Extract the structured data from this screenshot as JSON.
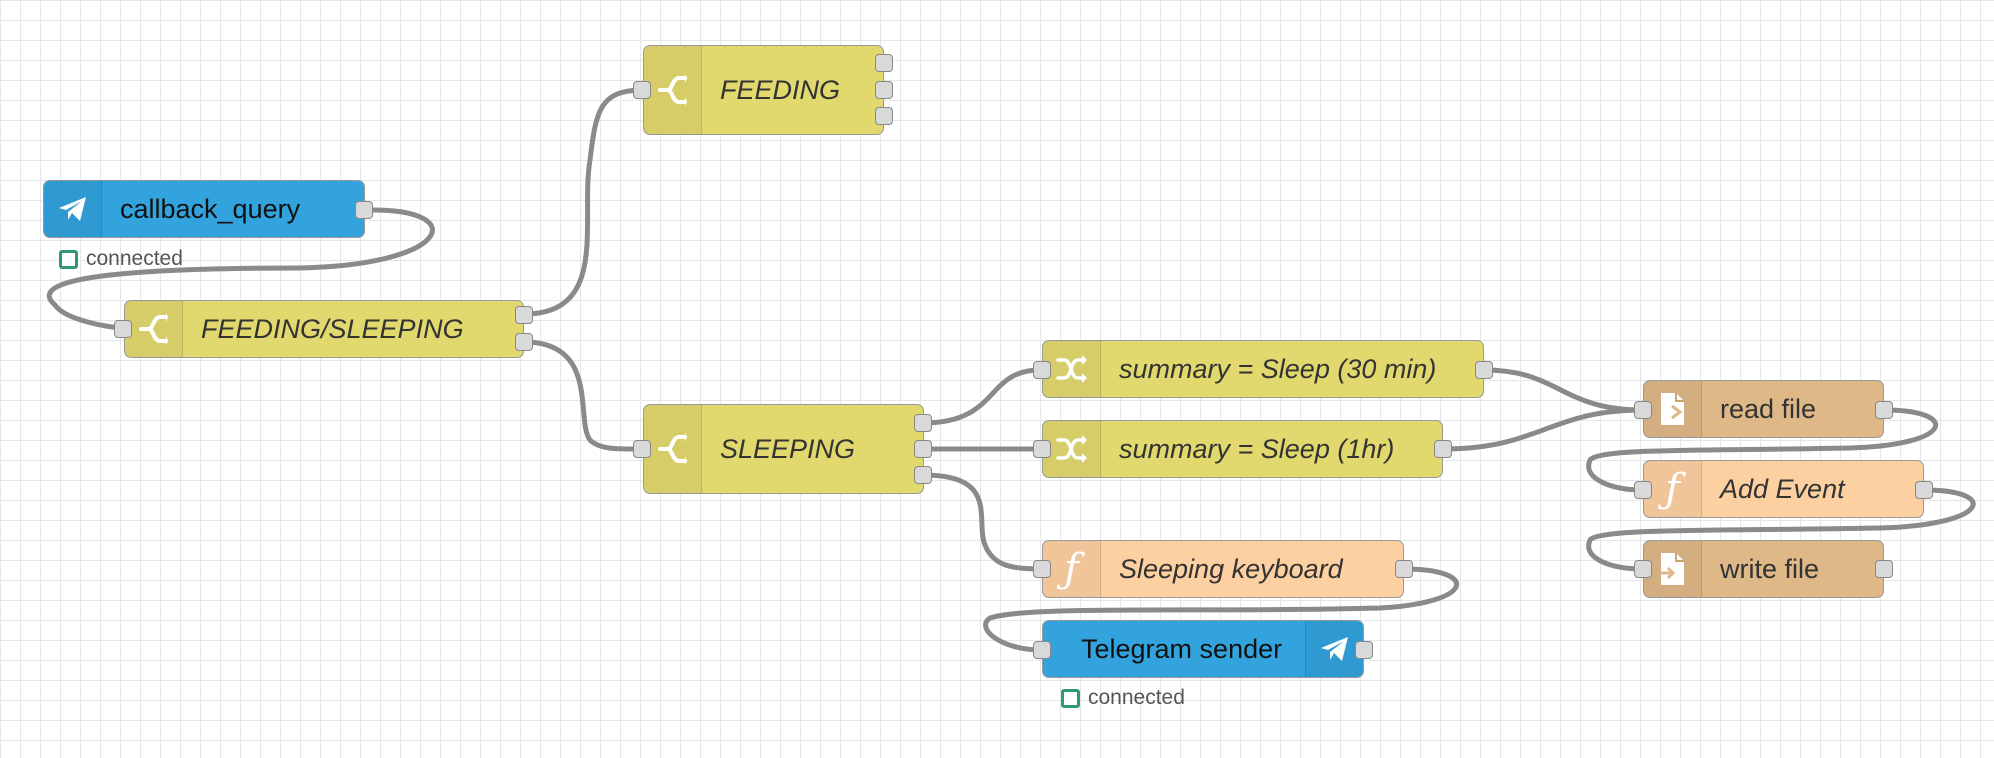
{
  "nodes": {
    "callback_query": {
      "label": "callback_query",
      "type": "telegram",
      "icon": "telegram-plane-icon",
      "status": "connected"
    },
    "feeding_sleeping": {
      "label": "FEEDING/SLEEPING",
      "type": "switch",
      "icon": "switch-icon"
    },
    "feeding": {
      "label": "FEEDING",
      "type": "switch",
      "icon": "switch-icon"
    },
    "sleeping": {
      "label": "SLEEPING",
      "type": "switch",
      "icon": "switch-icon"
    },
    "summary_30": {
      "label": "summary = Sleep (30 min)",
      "type": "change",
      "icon": "shuffle-icon"
    },
    "summary_1hr": {
      "label": "summary = Sleep (1hr)",
      "type": "change",
      "icon": "shuffle-icon"
    },
    "sleeping_keyboard": {
      "label": "Sleeping keyboard",
      "type": "function",
      "icon": "function-icon"
    },
    "telegram_sender": {
      "label": "Telegram sender",
      "type": "telegram",
      "icon": "telegram-plane-icon",
      "status": "connected"
    },
    "read_file": {
      "label": "read file",
      "type": "file",
      "icon": "file-in-icon"
    },
    "add_event": {
      "label": "Add Event",
      "type": "function",
      "icon": "function-icon"
    },
    "write_file": {
      "label": "write file",
      "type": "file",
      "icon": "file-out-icon"
    }
  },
  "colors": {
    "switch": "#e2d96e",
    "function": "#fdd0a2",
    "file": "#deb887",
    "telegram": "#32a3dd",
    "status_connected": "#2f9a6f",
    "wire": "#888888"
  }
}
